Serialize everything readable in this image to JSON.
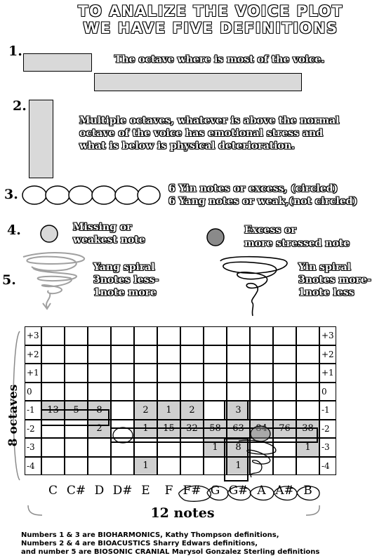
{
  "title": {
    "line1": "TO ANALIZE THE VOICE PLOT",
    "line2": "WE HAVE FIVE DEFINITIONS"
  },
  "definitions": [
    {
      "number": "1.",
      "text": "The octave where is most of the voice."
    },
    {
      "number": "2.",
      "lines": [
        "Multiple octaves, whatever is above the normal",
        "octave of the voice has emotional stress and",
        "what is below is physical deterioration."
      ]
    },
    {
      "number": "3.",
      "lines": [
        "6 Yin notes or excess, (circled)",
        "6 Yang notes or weak,(not circled)"
      ]
    },
    {
      "number": "4.",
      "missing": [
        "Missing or",
        "weakest note"
      ],
      "excess": [
        "Excess or",
        "more stressed note"
      ]
    },
    {
      "number": "5.",
      "yang": [
        "Yang spiral",
        "3notes less-",
        "1note more"
      ],
      "yin": [
        "Yin spiral",
        "3notes more-",
        "1note less"
      ]
    }
  ],
  "plot": {
    "y_label": "8 octaves",
    "x_label": "12 notes",
    "octaves": [
      "+3",
      "+2",
      "+1",
      "0",
      "-1",
      "-2",
      "-3",
      "-4"
    ],
    "notes": [
      "C",
      "C#",
      "D",
      "D#",
      "E",
      "F",
      "F#",
      "G",
      "G#",
      "A",
      "A#",
      "B"
    ],
    "circled_notes": [
      "F#",
      "G",
      "G#",
      "A",
      "A#",
      "B"
    ],
    "rows": {
      "-1": [
        "13",
        "5",
        "8",
        "",
        "2",
        "1",
        "2",
        "",
        "3",
        "",
        "",
        ""
      ],
      "-2": [
        "",
        "",
        "2",
        "",
        "1",
        "15",
        "32",
        "58",
        "63",
        "84",
        "76",
        "38"
      ],
      "-3": [
        "",
        "",
        "",
        "",
        "",
        "",
        "",
        "1",
        "8",
        "",
        "",
        "1"
      ],
      "-4": [
        "",
        "",
        "",
        "",
        "1",
        "",
        "",
        "",
        "1",
        "",
        "",
        ""
      ]
    }
  },
  "footer": [
    "Numbers 1 & 3 are BIOHARMONICS, Kathy Thompson definitions,",
    "Numbers 2 & 4 are BIOACUSTICS Sharry Edwars definitions,",
    "and number 5 are BIOSONIC CRANIAL Marysol Gonzalez Sterling definitions"
  ],
  "colors": {
    "bar_fill": "#d9d9d9",
    "cell_fill": "#cfcfcf",
    "excess_fill": "#8a8a8a",
    "spiral_gray": "#a0a0a0"
  }
}
